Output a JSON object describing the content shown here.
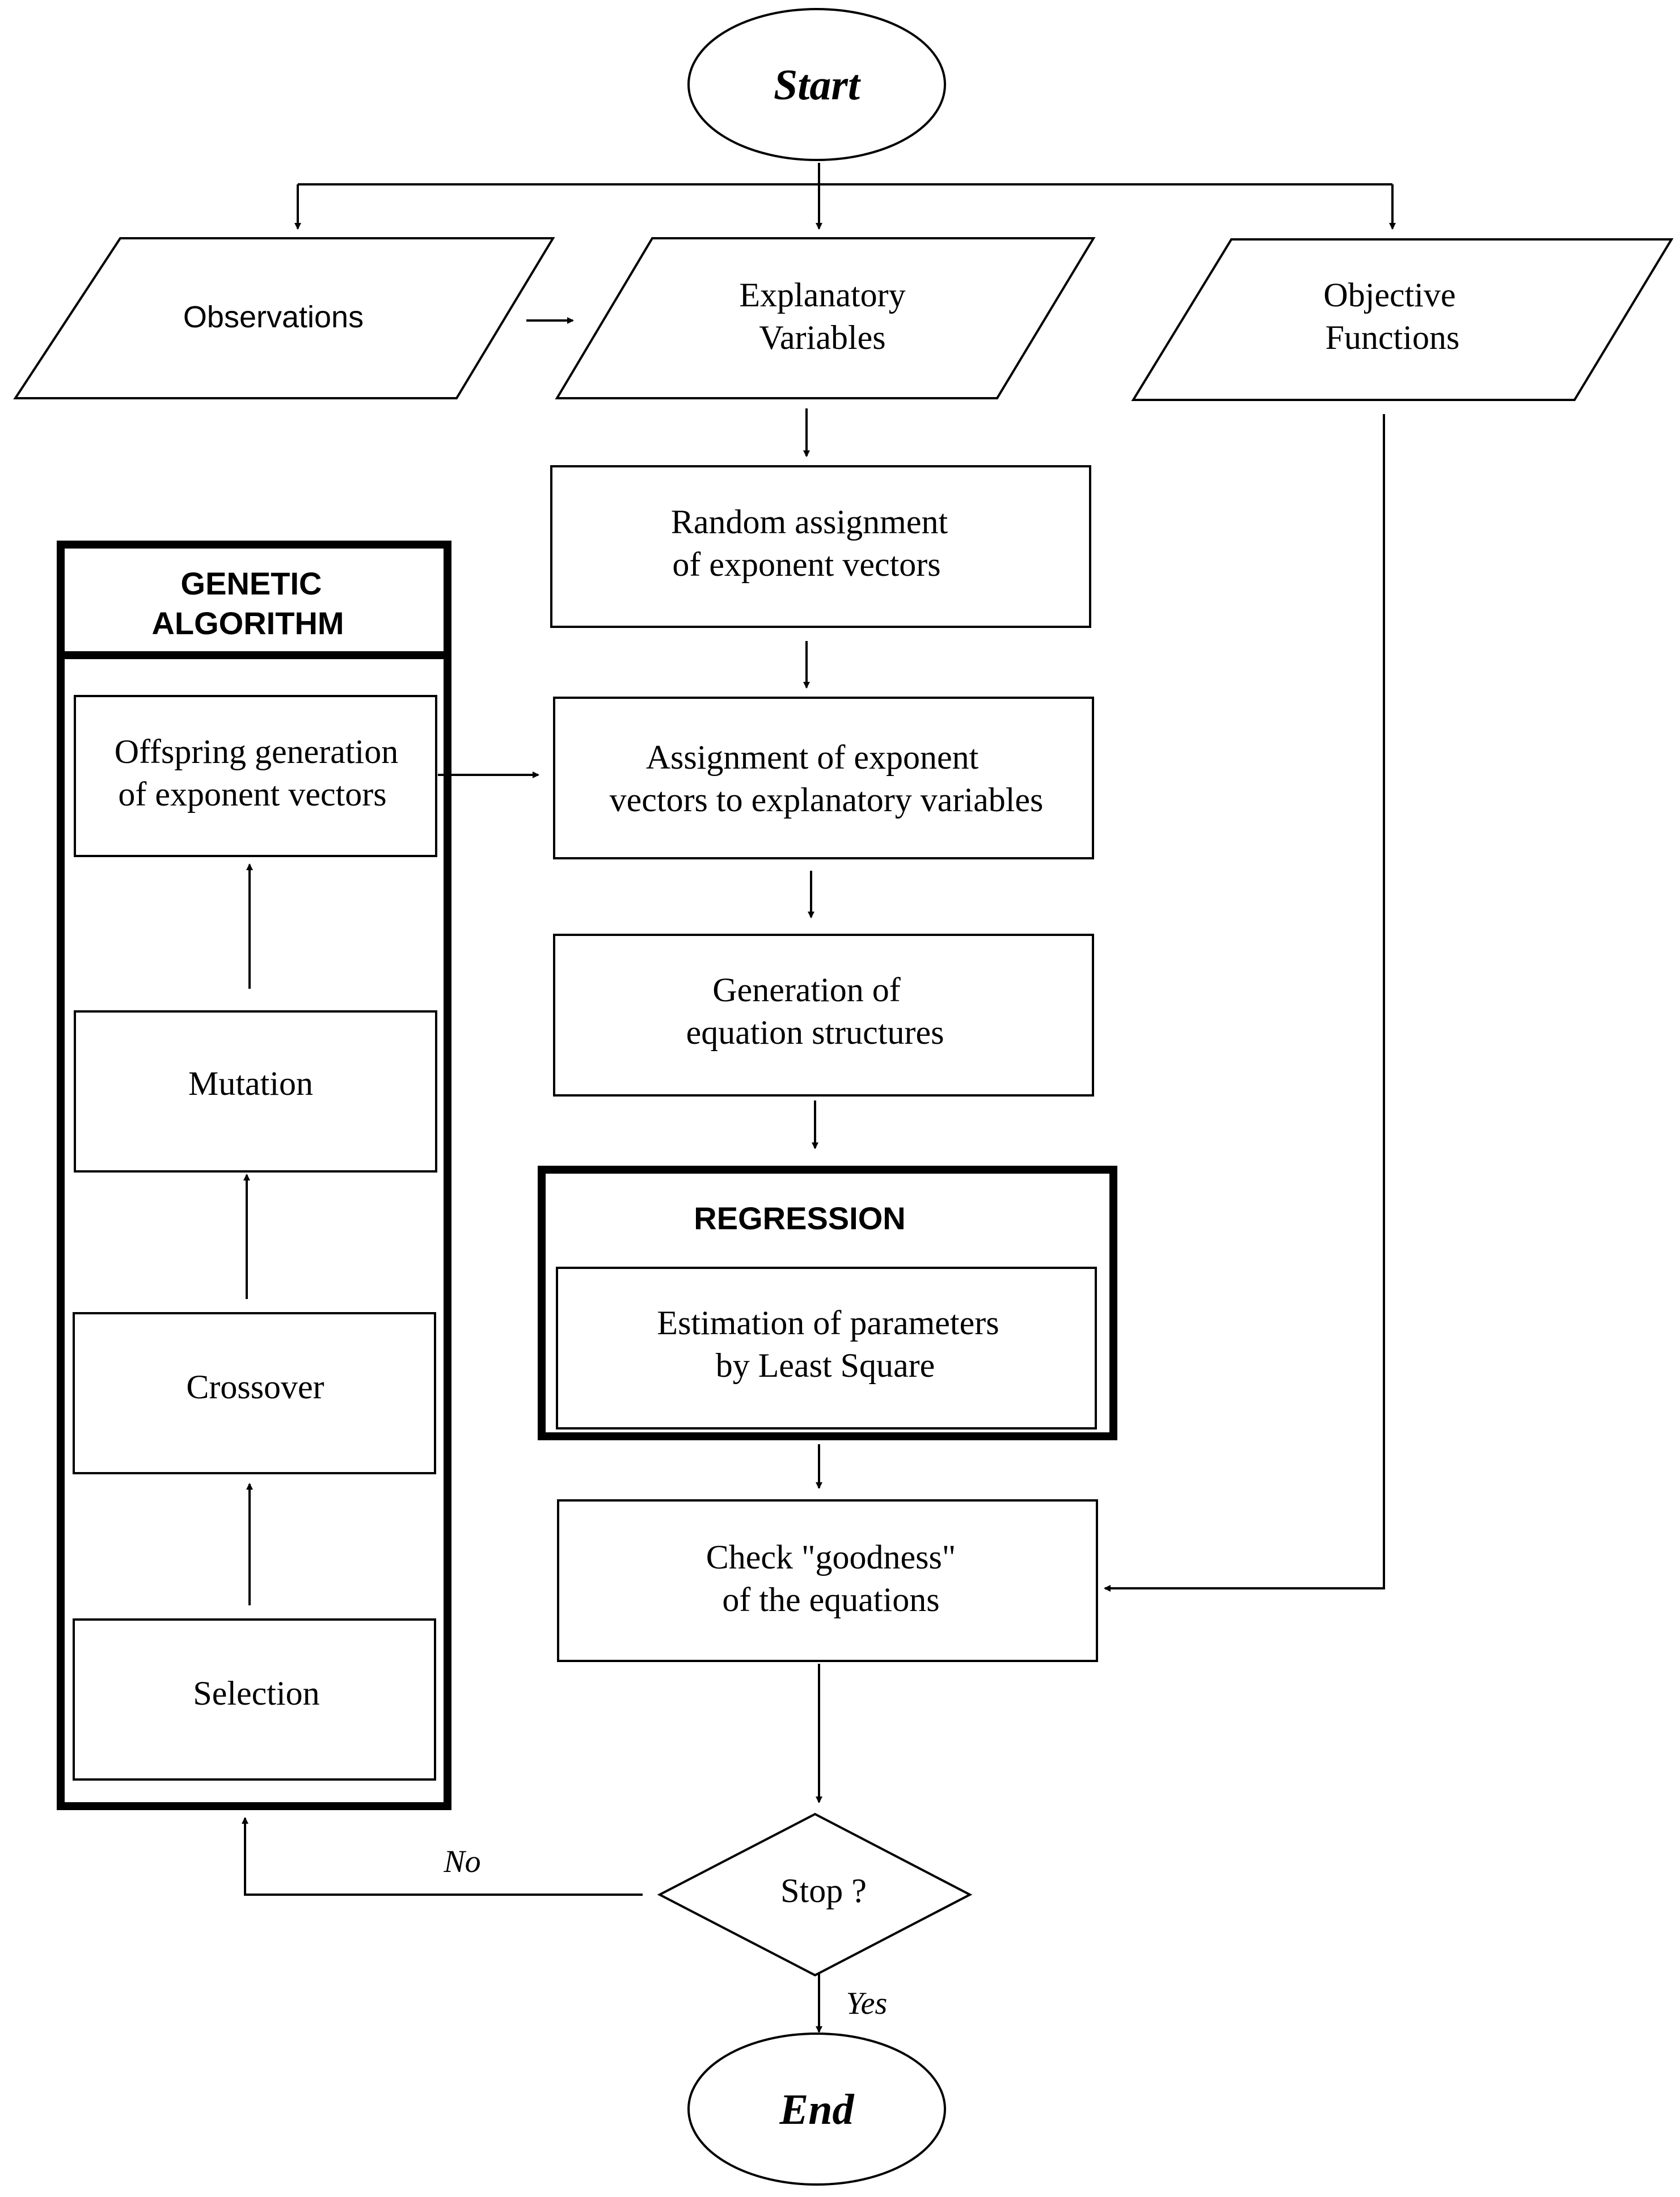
{
  "terminals": {
    "start": "Start",
    "end": "End"
  },
  "inputs": {
    "observations": "Observations",
    "explanatory": [
      "Explanatory",
      "Variables"
    ],
    "objective": [
      "Objective",
      "Functions"
    ]
  },
  "steps": {
    "random_assignment": [
      "Random assignment",
      "of exponent vectors"
    ],
    "assignment": [
      "Assignment of exponent",
      "vectors to explanatory variables"
    ],
    "generation": [
      "Generation of",
      "equation structures"
    ],
    "estimation": [
      "Estimation of parameters",
      "by Least Square"
    ],
    "check": [
      "Check \"goodness\"",
      "of the equations"
    ]
  },
  "regression": {
    "title": "REGRESSION"
  },
  "genetic_algorithm": {
    "title": [
      "GENETIC",
      "ALGORITHM"
    ],
    "offspring": [
      "Offspring generation",
      "of exponent vectors"
    ],
    "mutation": "Mutation",
    "crossover": "Crossover",
    "selection": "Selection"
  },
  "decision": {
    "question": "Stop ?",
    "no_label": "No",
    "yes_label": "Yes"
  }
}
